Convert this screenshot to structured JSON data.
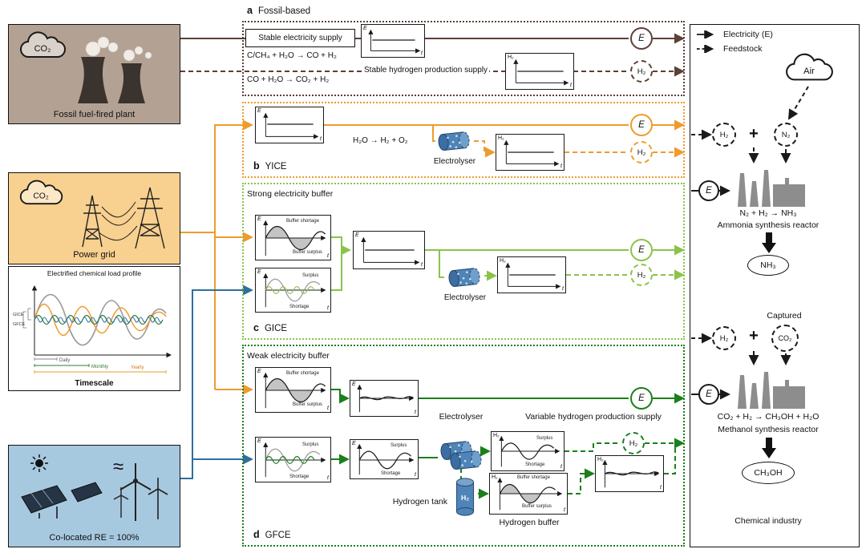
{
  "colors": {
    "brown": "#5d4037",
    "orange": "#ef9b2d",
    "light_green": "#8bc34a",
    "dark_green": "#1b7f1b",
    "blue": "#2e6f9e",
    "fossil_bg": "#b3a294",
    "grid_bg": "#f8d08f",
    "re_bg": "#a7c9e0",
    "electrolyser_blue": "#4f84b8",
    "factory_gray": "#8d8d8d"
  },
  "sources": {
    "fossil": {
      "label": "Fossil fuel-fired plant",
      "co2": "CO₂"
    },
    "grid": {
      "label": "Power grid",
      "co2": "CO₂"
    },
    "load_chart": {
      "title": "Electrified chemical load profile",
      "y1": "GICE",
      "y2": "GFCE",
      "b1": "Daily",
      "b2": "Monthly",
      "b3": "Yearly",
      "xlabel": "Timescale"
    },
    "re": {
      "label": "Co-located RE = 100%",
      "approx": "≈"
    }
  },
  "panels": {
    "a": {
      "key": "a",
      "title": "Fossil-based",
      "supply": "Stable electricity supply",
      "eq1": "C/CH₄ + H₂O → CO + H₂",
      "eq2": "CO + H₂O → CO₂ + H₂",
      "h2_supply": "Stable hydrogen production supply"
    },
    "b": {
      "key": "b",
      "title": "YICE",
      "eq": "H₂O → H₂ + O₂",
      "electrolyser": "Electrolyser"
    },
    "c": {
      "key": "c",
      "title": "GICE",
      "buffer": "Strong electricity buffer",
      "electrolyser": "Electrolyser"
    },
    "d": {
      "key": "d",
      "title": "GFCE",
      "buffer": "Weak electricity buffer",
      "electrolyser": "Electrolyser",
      "variable": "Variable hydrogen production supply",
      "tank": "Hydrogen tank",
      "tank_h2": "H₂",
      "h2_buffer": "Hydrogen buffer"
    }
  },
  "labels": {
    "e": "E",
    "h2": "H₂",
    "t": "t",
    "buffer_shortage": "Buffer shortage",
    "buffer_surplus": "Buffer surplus",
    "surplus": "Surplus",
    "shortage": "Shortage"
  },
  "industry": {
    "legend": {
      "electricity": "Electricity (E)",
      "feedstock": "Feedstock"
    },
    "air": "Air",
    "plus": "+",
    "captured": "Captured",
    "ammonia": {
      "h2": "H₂",
      "n2": "N₂",
      "e": "E",
      "eq": "N₂ + H₂ → NH₃",
      "reactor": "Ammonia synthesis reactor",
      "product": "NH₃"
    },
    "methanol": {
      "h2": "H₂",
      "co2": "CO₂",
      "e": "E",
      "eq": "CO₂ + H₂ → CH₃OH + H₂O",
      "reactor": "Methanol synthesis reactor",
      "product": "CH₃OH"
    },
    "footer": "Chemical industry"
  }
}
